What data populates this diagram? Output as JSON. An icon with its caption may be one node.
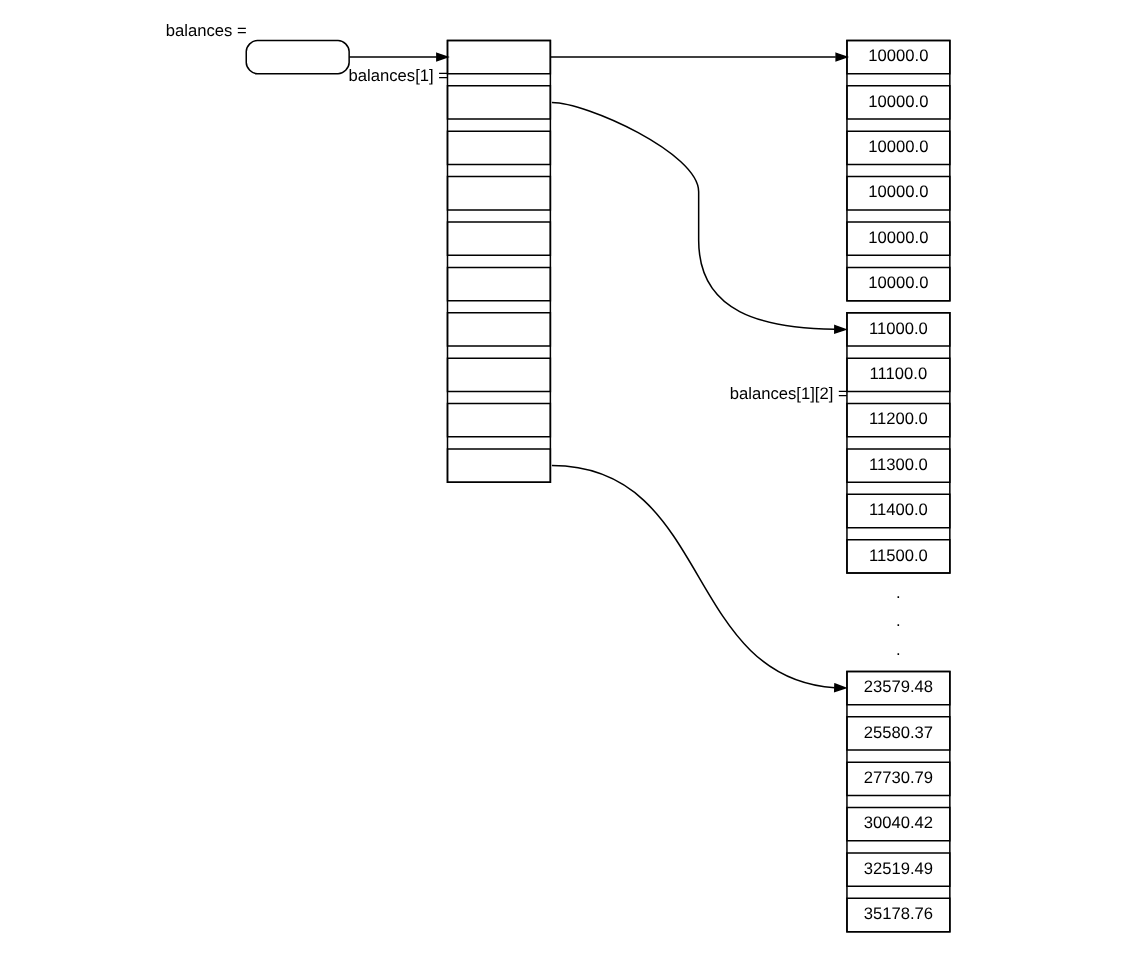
{
  "diagram": {
    "nodes": [
      {
        "text": [],
        "shape": "box",
        "beside": [
          "balances ="
        ]
      },
      {
        "text": [],
        "shape": "box"
      },
      {
        "text": [],
        "shape": "box",
        "in": 1
      },
      {
        "text": [],
        "shape": "box",
        "in": 1,
        "beside": [
          "balances[1] ="
        ]
      },
      {
        "text": [],
        "shape": "box",
        "in": 1
      },
      {
        "text": [],
        "shape": "box",
        "in": 1
      },
      {
        "text": [],
        "shape": "box",
        "in": 1
      },
      {
        "text": [],
        "shape": "box",
        "in": 1
      },
      {
        "text": [],
        "shape": "box",
        "in": 1
      },
      {
        "text": [],
        "shape": "box",
        "in": 1
      },
      {
        "text": [],
        "shape": "box",
        "in": 1
      },
      {
        "text": [],
        "shape": "box",
        "in": 1
      },
      {
        "text": [],
        "shape": "box"
      },
      {
        "text": [
          "10000.0"
        ],
        "in": 12
      },
      {
        "text": [
          "10000.0"
        ],
        "in": 12
      },
      {
        "text": [
          "10000.0"
        ],
        "in": 12
      },
      {
        "text": [
          "10000.0"
        ],
        "in": 12
      },
      {
        "text": [
          "10000.0"
        ],
        "in": 12
      },
      {
        "text": [
          "10000.0"
        ],
        "in": 12
      },
      {
        "text": [],
        "shape": "box"
      },
      {
        "text": [
          "11000.0"
        ],
        "in": 19
      },
      {
        "text": [
          "11100.0"
        ],
        "in": 19
      },
      {
        "text": [
          "11200.0"
        ],
        "in": 19,
        "beside": [
          "balances[1][2] ="
        ]
      },
      {
        "text": [
          "11300.0"
        ],
        "in": 19
      },
      {
        "text": [
          "11400.0"
        ],
        "in": 19
      },
      {
        "text": [
          "11500.0"
        ],
        "in": 19
      },
      {
        "text": [],
        "shape": "box"
      },
      {
        "text": [
          "23579.48"
        ],
        "in": 26
      },
      {
        "text": [
          "25580.37"
        ],
        "in": 26
      },
      {
        "text": [
          "27730.79"
        ],
        "in": 26
      },
      {
        "text": [
          "30040.42"
        ],
        "in": 26
      },
      {
        "text": [
          "32519.49"
        ],
        "in": 26
      },
      {
        "text": [
          "35178.76"
        ],
        "in": 26
      }
    ],
    "edges": [
      {
        "from": 0,
        "to": 1,
        "arrow": "to"
      },
      {
        "from": 2,
        "to": 12,
        "arrow": "to"
      },
      {
        "from": 3,
        "to": 19,
        "arrow": "to"
      },
      {
        "from": 11,
        "to": 26,
        "arrow": "to"
      }
    ],
    "labels": [
      ".",
      ".",
      "."
    ]
  }
}
